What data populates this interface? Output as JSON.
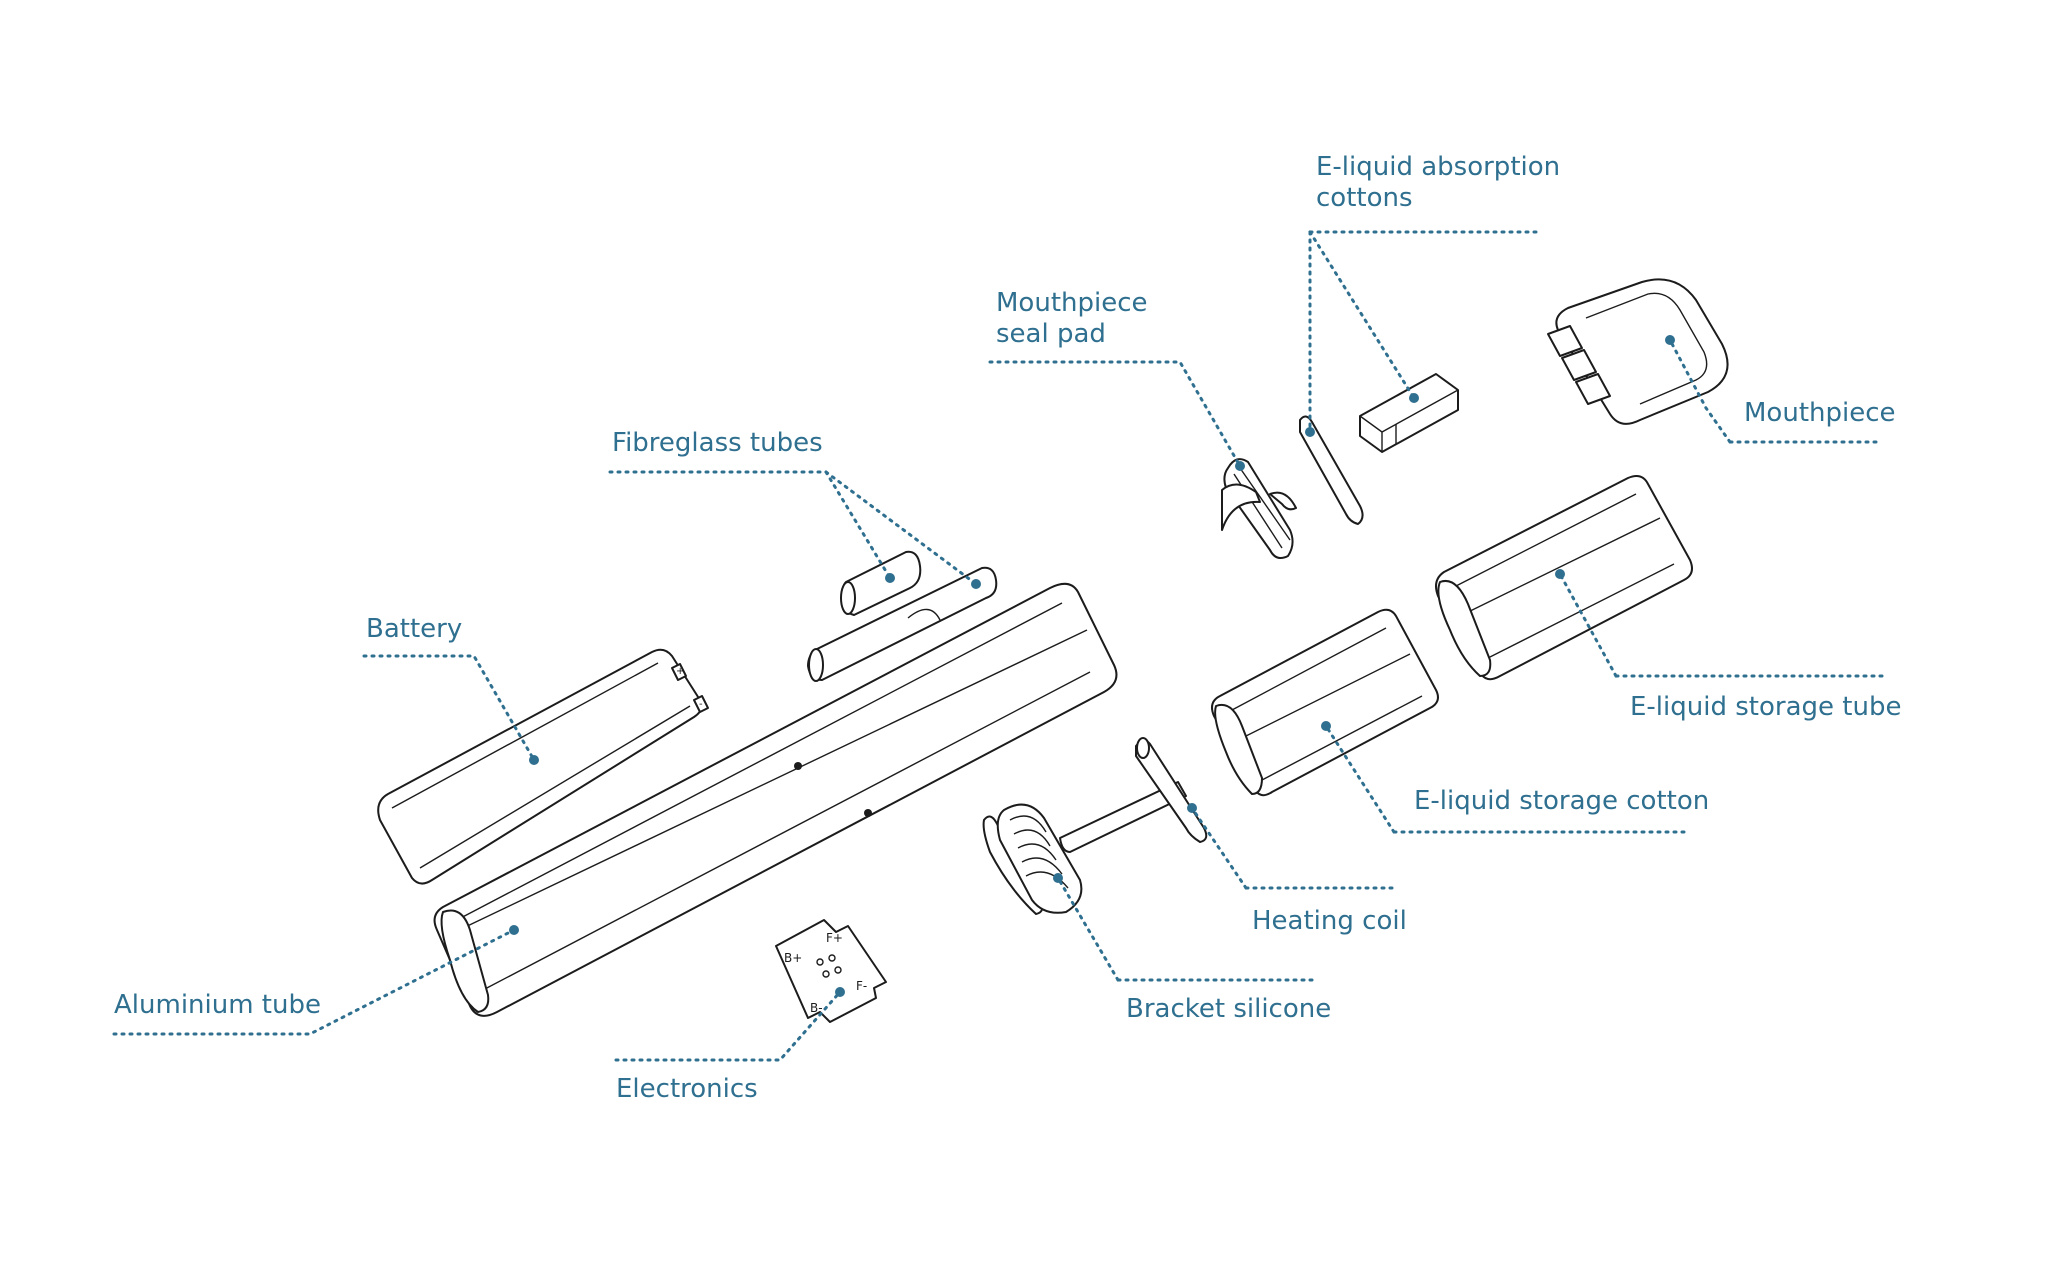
{
  "accent_color": "#2f6f8f",
  "line_color": "#1c1c1c",
  "labels": {
    "absorption_cottons": [
      "E-liquid absorption",
      "cottons"
    ],
    "seal_pad": [
      "Mouthpiece",
      "seal pad"
    ],
    "mouthpiece": "Mouthpiece",
    "fibreglass_tubes": "Fibreglass tubes",
    "battery": "Battery",
    "storage_tube": "E-liquid storage tube",
    "storage_cotton": "E-liquid storage cotton",
    "heating_coil": "Heating coil",
    "aluminium_tube": "Aluminium tube",
    "bracket_silicone": "Bracket silicone",
    "electronics": "Electronics"
  },
  "pcb_markings": {
    "f_plus": "F+",
    "f_minus": "F-",
    "b_plus": "B+",
    "b_minus": "B-"
  },
  "battery_terminals": {
    "plus": "+",
    "minus": "-"
  }
}
